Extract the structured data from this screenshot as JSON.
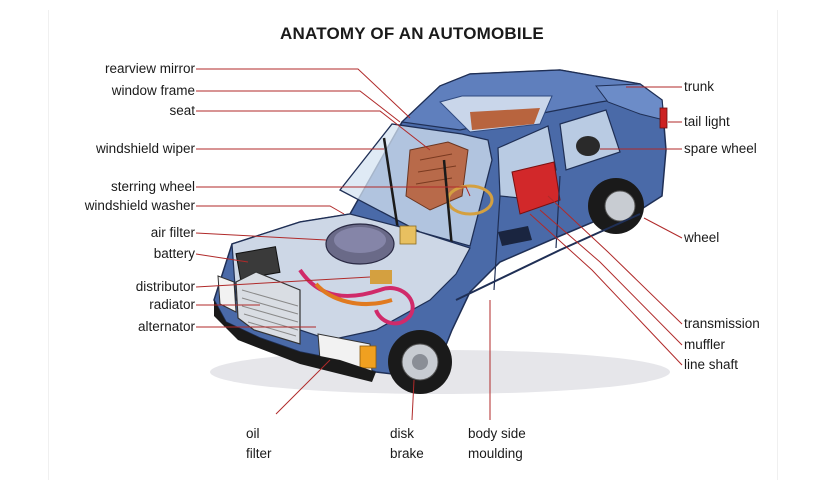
{
  "title": "ANATOMY OF AN AUTOMOBILE",
  "colors": {
    "body": "#4a6aa8",
    "body_dark": "#2f4a80",
    "body_light": "#7d97c9",
    "leader": "#b02a2a",
    "interior": "#b86a4a",
    "engine": "#6a6a88"
  },
  "labels": {
    "left": [
      "rearview mirror",
      "window frame",
      "seat",
      "windshield wiper",
      "sterring wheel",
      "windshield washer",
      "air filter",
      "battery",
      "distributor",
      "radiator",
      "alternator"
    ],
    "right": [
      "trunk",
      "tail light",
      "spare wheel",
      "wheel",
      "transmission",
      "muffler",
      "line shaft"
    ],
    "bottom": [
      {
        "line1": "oil",
        "line2": "filter"
      },
      {
        "line1": "disk",
        "line2": "brake"
      },
      {
        "line1": "body side",
        "line2": "moulding"
      }
    ]
  }
}
